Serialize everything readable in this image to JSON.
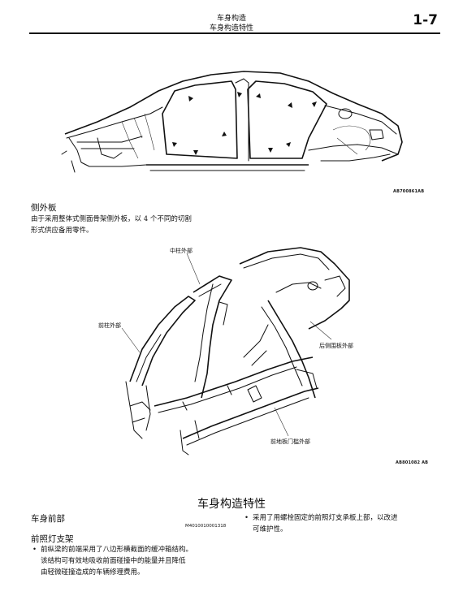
{
  "header": {
    "title": "车身构造",
    "subtitle": "车身构造特性",
    "page_number": "1-7"
  },
  "figure1": {
    "code": "AB700861AB"
  },
  "side_panel": {
    "heading": "侧外板",
    "text_line1": "由于采用整体式侧面骨架侧外板，以 4 个不同的切割",
    "text_line2": "形式供应备用零件。"
  },
  "figure2": {
    "labels": {
      "center_pillar": "中柱外部",
      "front_pillar": "前柱外部",
      "rear_fender": "后侧围板外部",
      "front_sill": "前地板门槛外部"
    },
    "code": "AB801082 AB"
  },
  "section": {
    "title": "车身构造特性",
    "subsection": "车身前部",
    "code": "M4010010001318",
    "subheading": "前照灯支架",
    "left_bullet_lines": [
      "前纵梁的前端采用了八边形横截面的缓冲箱结构。",
      "该结构可有效地吸收前面碰撞中的能量并且降低",
      "由轻微碰撞造成的车辆修理费用。"
    ],
    "right_bullet_lines": [
      "采用了用螺栓固定的前照灯支承板上部，以改进",
      "可维护性。"
    ]
  }
}
